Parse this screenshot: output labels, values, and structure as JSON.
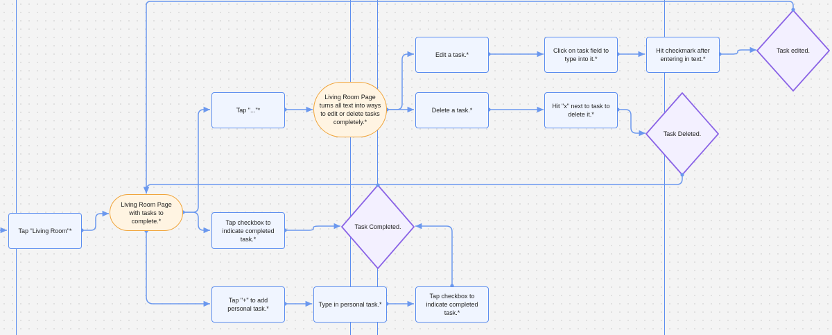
{
  "colors": {
    "box_fill": "#f0f5ff",
    "box_border": "#5b8def",
    "pill_fill": "#fff4e2",
    "pill_border": "#f0a43a",
    "diamond_fill": "#f3f0ff",
    "diamond_border": "#8a63e6",
    "connector": "#6b98ee",
    "guide_line": "#5b8def"
  },
  "nodes": {
    "tap_living_room": "Tap \"Living Room\"*",
    "living_room_page": "Living Room Page with tasks to complete.*",
    "tap_dots": "Tap \"...\"*",
    "tap_checkbox_completed": "Tap checkbox to indicate completed task.*",
    "tap_plus": "Tap \"+\" to add personal task.*",
    "living_room_edit_mode": "Living Room Page turns all text into ways to edit or delete tasks completely.*",
    "type_personal_task": "Type in personal task.*",
    "edit_task": "Edit a task.*",
    "delete_task": "Delete a task.*",
    "click_task_field": "Click on task field to type into it.*",
    "hit_x": "Hit \"x\" next to task to delete it.*",
    "hit_checkmark": "Hit checkmark after entering in text.*",
    "tap_checkbox_personal": "Tap checkbox to indicate completed task.*",
    "task_edited": "Task edited.",
    "task_deleted": "Task Deleted.",
    "task_completed": "Task Completed."
  }
}
